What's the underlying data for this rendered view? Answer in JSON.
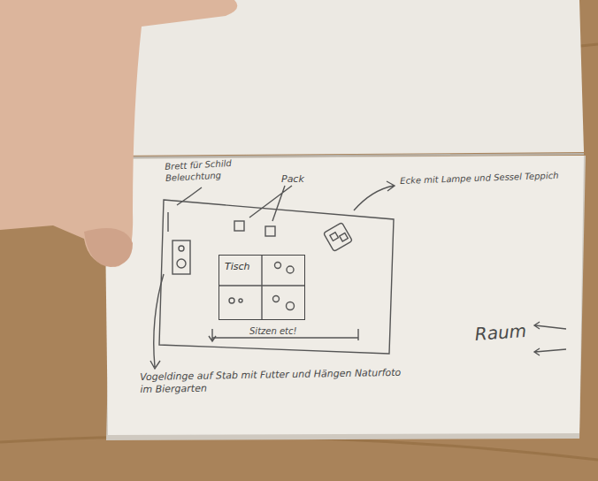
{
  "diagram": {
    "nodes": [
      {
        "text": [
          "Tisch"
        ]
      }
    ],
    "labels": [
      "Brett für Schild Beleuchtung",
      "Pack",
      "Ecke mit Lampe und Sessel Teppich",
      "Sitzen etc!",
      "Vogeldinge auf Stab mit Futter und Hängen Naturfoto im Biergarten",
      "Raum"
    ]
  }
}
